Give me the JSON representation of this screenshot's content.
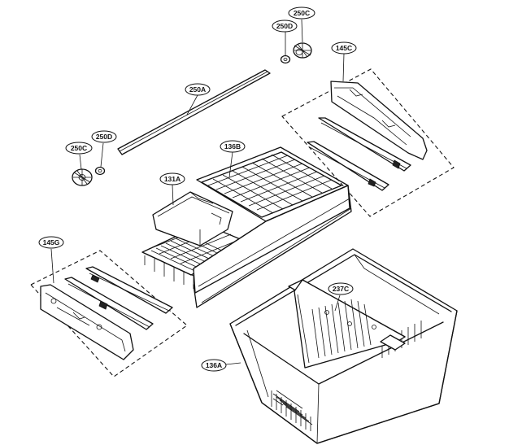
{
  "labels": {
    "l250C_top": "250C",
    "l250D_top": "250D",
    "l145C": "145C",
    "l250A": "250A",
    "l250C_left": "250C",
    "l250D_left": "250D",
    "l136B": "136B",
    "l131A": "131A",
    "l145G": "145G",
    "l237C": "237C",
    "l136A": "136A"
  },
  "colors": {
    "ink": "#111111",
    "paper": "#ffffff"
  }
}
